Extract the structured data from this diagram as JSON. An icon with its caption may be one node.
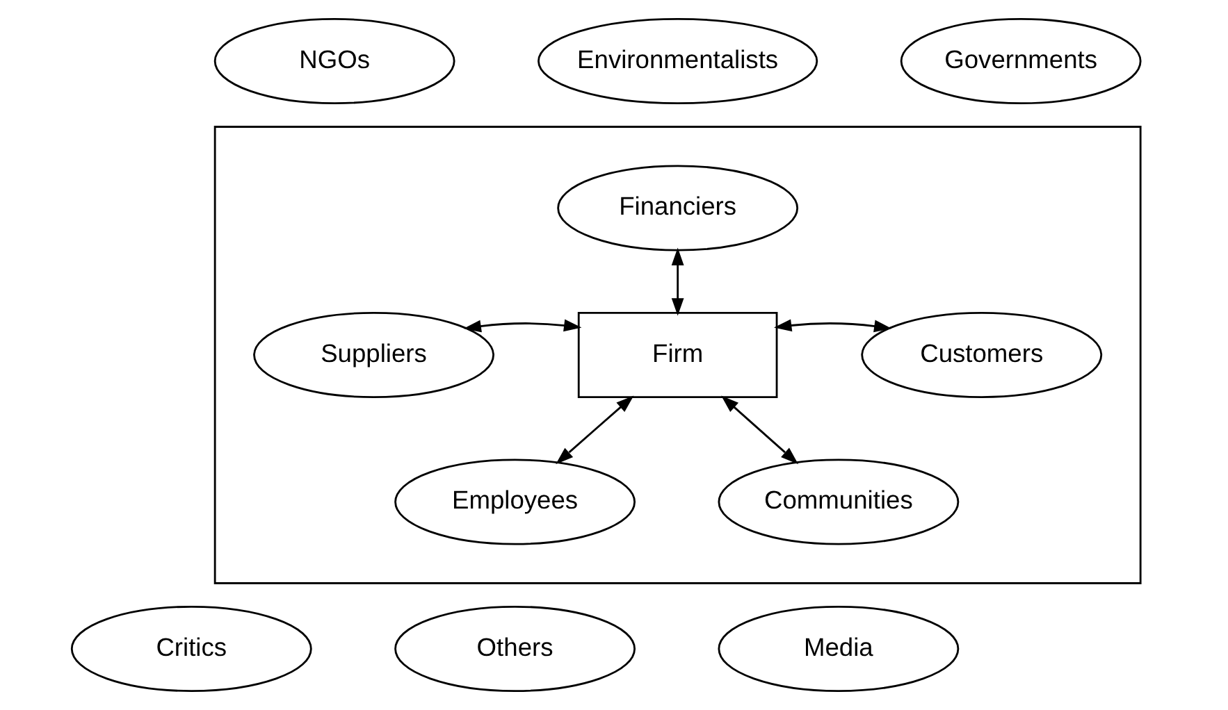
{
  "diagram": {
    "nodes": [
      {
        "text": [
          "NGOs"
        ]
      },
      {
        "text": [
          "Environmentalists"
        ]
      },
      {
        "text": [
          "Governments"
        ]
      },
      {
        "text": [],
        "shape": "box"
      },
      {
        "text": [
          "Financiers"
        ],
        "in": 3
      },
      {
        "text": [
          "Suppliers"
        ],
        "in": 3
      },
      {
        "text": [
          "Firm"
        ],
        "in": 3
      },
      {
        "text": [
          "Customers"
        ],
        "in": 3
      },
      {
        "text": [
          "Employees"
        ],
        "in": 3
      },
      {
        "text": [
          "Communities"
        ],
        "in": 3
      },
      {
        "text": [
          "Critics"
        ]
      },
      {
        "text": [
          "Others"
        ]
      },
      {
        "text": [
          "Media"
        ]
      }
    ],
    "edges": [
      {
        "from": 4,
        "to": 6,
        "arrow": "both"
      },
      {
        "from": 5,
        "to": 6,
        "arrow": "both"
      },
      {
        "from": 6,
        "to": 7,
        "arrow": "both"
      },
      {
        "from": 6,
        "to": 8,
        "arrow": "both"
      },
      {
        "from": 6,
        "to": 9,
        "arrow": "both"
      }
    ]
  }
}
